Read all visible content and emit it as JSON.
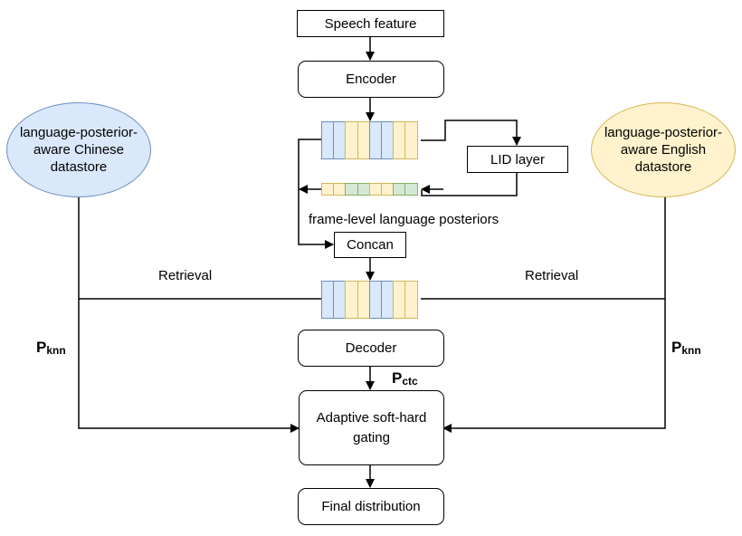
{
  "nodes": {
    "speech_feature": "Speech feature",
    "encoder": "Encoder",
    "lid_layer": "LID layer",
    "concat": "Concan",
    "decoder": "Decoder",
    "gating": "Adaptive soft-hard gating",
    "final": "Final distribution",
    "zh_datastore": "language-posterior-aware Chinese datastore",
    "en_datastore": "language-posterior-aware English datastore"
  },
  "labels": {
    "frame_posteriors": "frame-level language posteriors",
    "retrieval_left": "Retrieval",
    "retrieval_right": "Retrieval",
    "p_knn_left": "P",
    "p_knn_left_sub": "knn",
    "p_knn_right": "P",
    "p_knn_right_sub": "knn",
    "p_ctc": "P",
    "p_ctc_sub": "ctc"
  },
  "sequences": {
    "encoder_output": [
      "blue",
      "blue",
      "yellow",
      "yellow",
      "blue",
      "blue",
      "yellow",
      "yellow"
    ],
    "posteriors": [
      "yellow",
      "yellow",
      "green",
      "green",
      "yellow",
      "yellow",
      "green",
      "green"
    ],
    "concat_output": [
      "blue",
      "blue",
      "yellow",
      "yellow",
      "blue",
      "blue",
      "yellow",
      "yellow"
    ]
  },
  "colors": {
    "blue_fill": "#dae8fc",
    "blue_stroke": "#6c8ebf",
    "yellow_fill": "#fff2cc",
    "yellow_stroke": "#d6b656",
    "green_fill": "#d5e8d4",
    "green_stroke": "#82b366"
  }
}
